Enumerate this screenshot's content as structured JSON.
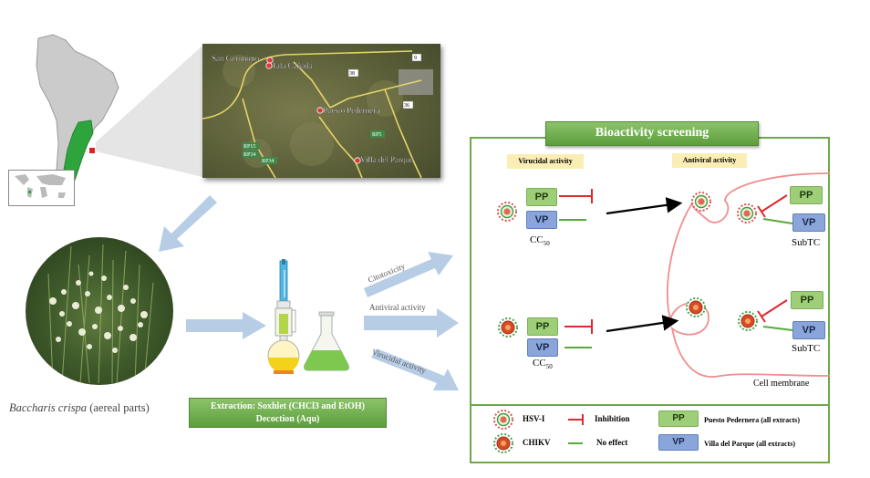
{
  "map": {
    "places": [
      "San Geronimo",
      "Tala Cañada",
      "Puesto Pedernera",
      "Villa del Parque"
    ],
    "road_labels": [
      "9",
      "38",
      "36",
      "RP5",
      "RP34",
      "RP15",
      "RP34"
    ]
  },
  "plant": {
    "caption_italic": "Baccharis crispa",
    "caption_rest": " (aereal parts)"
  },
  "extraction": {
    "line1": "Extraction: Soxhlet (CHCl3 and EtOH)",
    "line2": "Decoction (Aqu)"
  },
  "arrows": {
    "cytotoxicity": "Citotoxicity",
    "antiviral": "Antiviral  activity",
    "virucidal": "Virucidal  activity"
  },
  "screening": {
    "title": "Bioactivity screening",
    "virucidal_tag": "Virucidal activity",
    "antiviral_tag": "Antiviral activity",
    "pp": "PP",
    "vp": "VP",
    "cc50_base": "CC",
    "cc50_sub": "50",
    "subtc": "SubTC",
    "cell_membrane": "Cell membrane"
  },
  "legend": {
    "hsv": "HSV-I",
    "chikv": "CHIKV",
    "inhibition": "Inhibition",
    "no_effect": "No effect",
    "pp": "PP",
    "vp": "VP",
    "pp_desc": "Puesto Pedernera (all extracts)",
    "vp_desc": "Villa del Parque (all extracts)"
  },
  "colors": {
    "frame_green": "#6ea84a",
    "inhibition_red": "#e0282e",
    "no_effect_green": "#5aa83c",
    "cell_pink": "#f08e8e",
    "arrow_blue": "#b7cde6"
  }
}
